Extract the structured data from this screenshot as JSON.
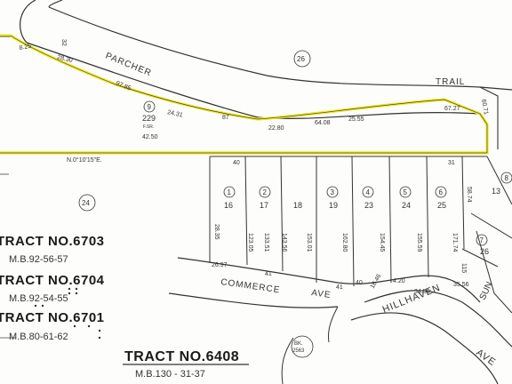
{
  "streets": {
    "parcher": "PARCHER",
    "trail": "TRAIL",
    "commerce": "COMMERCE",
    "commerce_ave": "AVE",
    "hillhaven": "HILLHAVEN",
    "hillhaven_ave": "AVE",
    "sunset_frag": "SUN"
  },
  "big_parcel": {
    "num": "9",
    "area": "229",
    "unit": "F.SR."
  },
  "circled_numbers": [
    "26",
    "24"
  ],
  "bk_label": {
    "line1": "BK.",
    "line2": "2563"
  },
  "lots_top": [
    "16",
    "17",
    "18",
    "19",
    "23",
    "24",
    "25"
  ],
  "lot_circles": [
    "1",
    "2",
    "3",
    "4",
    "5",
    "6",
    "7",
    "8"
  ],
  "lots_right": [
    "13",
    "26"
  ],
  "bearing": "N.0°10'15\"E.",
  "dims": [
    "42.50",
    "24.31",
    "87",
    "22.80",
    "64.08",
    "25.55",
    "67.27",
    "97.85",
    "28.30",
    "8.25",
    "40",
    "31",
    "58.74",
    "133.51",
    "153.01",
    "162.80",
    "154.45",
    "155.59",
    "171.74",
    "143.56",
    "123.05",
    "28.35",
    "26.97",
    "41",
    "41",
    "34.56",
    "35.56",
    "40",
    "115",
    "18.46",
    "60.71",
    "4.20",
    "32"
  ],
  "tracts": [
    {
      "name": "TRACT NO.6703",
      "ref": "M.B.92-56-57"
    },
    {
      "name": "TRACT NO.6704",
      "ref": "M.B.92-54-55"
    },
    {
      "name": "TRACT NO.6701",
      "ref": "M.B.80-61-62"
    },
    {
      "name": "TRACT NO.6408",
      "ref": "M.B.130 - 31-37"
    }
  ],
  "highlight_color": "#f2ea2a"
}
